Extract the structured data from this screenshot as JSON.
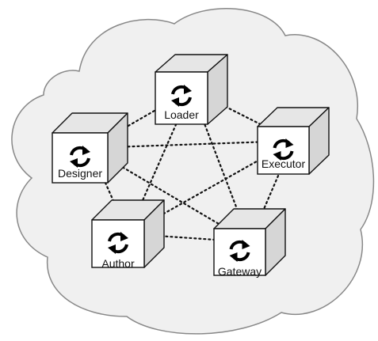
{
  "diagram": {
    "colors": {
      "cloud_fill": "#f0f0f0",
      "cloud_stroke": "#888888",
      "cube_front": "#ffffff",
      "cube_top": "#e6e6e6",
      "cube_side": "#d6d6d6",
      "cube_stroke": "#111111",
      "connector": "#111111"
    },
    "nodes": [
      {
        "id": "loader",
        "label": "Loader",
        "icon": "sync-icon"
      },
      {
        "id": "designer",
        "label": "Designer",
        "icon": "sync-icon"
      },
      {
        "id": "executor",
        "label": "Executor",
        "icon": "sync-icon"
      },
      {
        "id": "author",
        "label": "Author",
        "icon": "sync-icon"
      },
      {
        "id": "gateway",
        "label": "Gateway",
        "icon": "sync-icon"
      }
    ],
    "connections": [
      [
        "loader",
        "designer"
      ],
      [
        "loader",
        "executor"
      ],
      [
        "loader",
        "author"
      ],
      [
        "loader",
        "gateway"
      ],
      [
        "designer",
        "executor"
      ],
      [
        "designer",
        "author"
      ],
      [
        "designer",
        "gateway"
      ],
      [
        "executor",
        "author"
      ],
      [
        "executor",
        "gateway"
      ],
      [
        "author",
        "gateway"
      ]
    ]
  }
}
